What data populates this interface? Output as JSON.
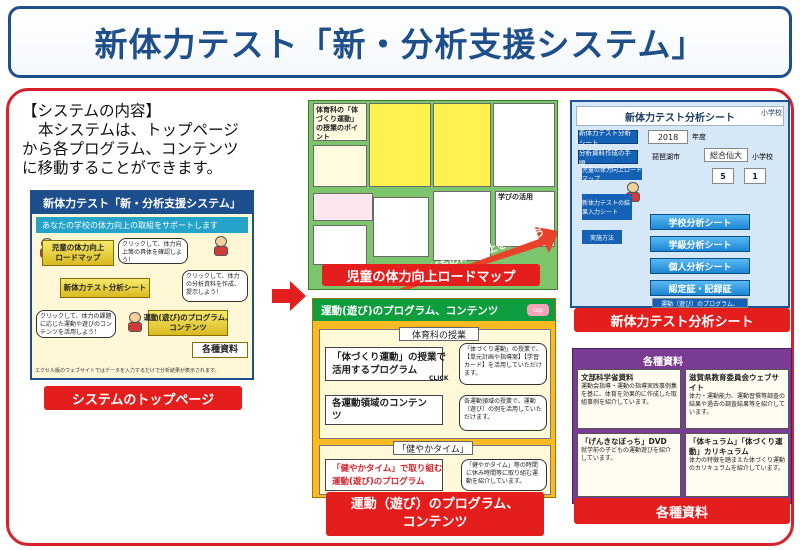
{
  "page": {
    "title": "新体力テスト「新・分析支援システム」"
  },
  "description": {
    "heading": "【システムの内容】",
    "lines": [
      "本システムは、トップページ",
      "から各プログラム、コンテンツ",
      "に移動することができます。"
    ]
  },
  "top_page": {
    "header": "新体力テスト「新・分析支援システム」",
    "subheader": "あなたの学校の体力向上の取組をサポートします",
    "buttons": {
      "roadmap": "児童の体力向上\nロードマップ",
      "analysis": "新体力テスト分析シート",
      "programs": "運動(遊び)のプログラム、\nコンテンツ",
      "materials": "各種資料"
    },
    "bubbles": {
      "b1": "クリックして、体力向上策の具体を確認しよう！",
      "b2": "クリックして、体力の分析資料を作成、提示しよう！",
      "b3": "クリックして、体力の課題に応じた運動や遊びのコンテンツを活用しよう！"
    },
    "footer": "エクセル版のウェブサイトではデータを入力するだけで分析結果が表示されます。",
    "label": "システムのトップページ"
  },
  "roadmap": {
    "title_card": "体育科の「体づくり運動」の授業のポイント",
    "growth": "子どもの体力向上をめざそう",
    "learn": "学びの活用",
    "label": "児童の体力向上ロードマップ"
  },
  "programs": {
    "header": "運動(遊び)のプログラム、コンテンツ",
    "section1": "体育科の授業",
    "box1": "「体づくり運動」の授業で\n活用するプログラム",
    "box2": "各運動領域のコンテンツ",
    "note1": "「体づくり運動」の授業で、【単元計画や指導案】【学習カード】を活用していただけます。",
    "note2": "各運動領域の授業で、運動（遊び）の例を活用していただけます。",
    "section2": "「健やかタイム」",
    "box3": "「健やかタイム」で取り組む\n運動(遊び)のプログラム",
    "note3": "「健やかタイム」等の時間に休み時間等に取り組む運動を紹介しています。",
    "click": "CLICK",
    "top_btn": "top",
    "label": "運動（遊び）のプログラム、\nコンテンツ"
  },
  "analysis": {
    "title": "新体力テスト分析シート",
    "school": "小学校",
    "year": "2018",
    "year_unit": "年度",
    "city": "琵琶湖市",
    "school_name": "総合仙大",
    "school_unit": "小学校",
    "left_labels": [
      "新体力テスト分析シート",
      "分析資料作成の手順",
      "児童の体力向上ロードマップ",
      "新体力テストの結果入力シート",
      "実施方法"
    ],
    "grade": "5",
    "classes": "1",
    "buttons": [
      "学校分析シート",
      "学級分析シート",
      "個人分析シート",
      "認定証・記録証"
    ],
    "bottom": "運動（遊び）のプログラム、",
    "label": "新体力テスト分析シート"
  },
  "materials": {
    "header": "各種資料",
    "card1_title": "文部科学省資料",
    "card1_text": "運動会指導・運動の指導実践事例集を基に、体育を効果的に作成した取組事例を紹介しています。",
    "card2_title": "滋賀県教育委員会ウェブサイト",
    "card2_text": "体力・運動能力、運動習慣等調査の結果や過去の調査結果等を紹介しています。",
    "card3_title": "「げんきなぼっち」DVD",
    "card3_text": "就学前の子どもの運動遊びを紹介しています。",
    "card4_title": "「体キュラム」「体づくり運動」カリキュラム",
    "card4_text": "体力の特徴を踏まえた体づくり運動のカリキュラムを紹介しています。",
    "label": "各種資料"
  },
  "colors": {
    "title_blue": "#1f4f8a",
    "frame_red": "#d7202a",
    "label_red": "#e41d1d",
    "roadmap_green": "#7cc56d",
    "program_orange": "#fbb924",
    "analysis_blue": "#d6e8f7",
    "materials_purple": "#7a3c93"
  }
}
